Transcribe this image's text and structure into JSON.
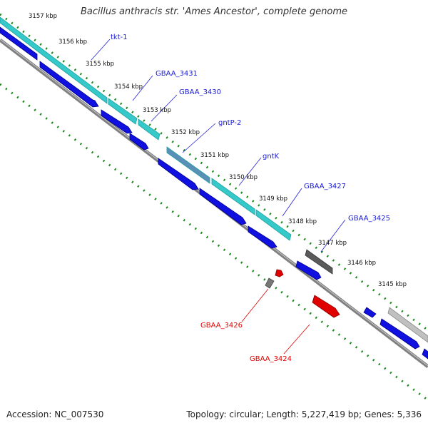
{
  "title": "Bacillus anthracis str. 'Ames Ancestor', complete genome",
  "footer": {
    "accession": "Accession: NC_007530",
    "summary": "Topology: circular; Length: 5,227,419 bp; Genes: 5,336"
  },
  "colors": {
    "cds_label": "#1a1ad6",
    "gene_label": "#e00000",
    "cds_fill": "#36c9c9",
    "gene_fill": "#1010e0",
    "backbone": "#808080",
    "tick": "#1a8a1a"
  },
  "scale_labels": [
    "3157 kbp",
    "3156 kbp",
    "3155 kbp",
    "3154 kbp",
    "3153 kbp",
    "3152 kbp",
    "3151 kbp",
    "3150 kbp",
    "3149 kbp",
    "3148 kbp",
    "3147 kbp",
    "3146 kbp",
    "3145 kbp"
  ],
  "blue_labels": [
    "tkt-1",
    "GBAA_3431",
    "GBAA_3430",
    "gntP-2",
    "gntK",
    "GBAA_3427",
    "GBAA_3425"
  ],
  "red_labels": [
    "GBAA_3426",
    "GBAA_3424"
  ]
}
